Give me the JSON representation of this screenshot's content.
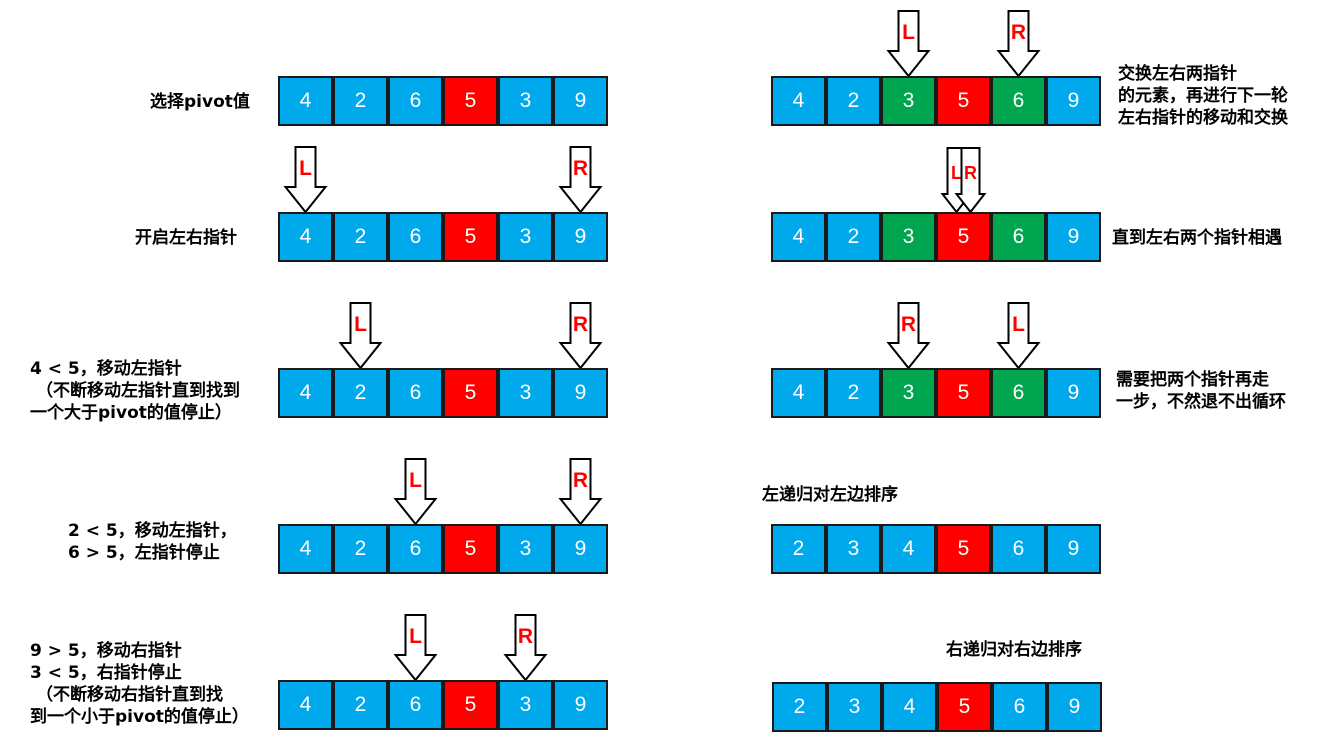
{
  "colors": {
    "blue": "#00a8ec",
    "red": "#ff0000",
    "green": "#00a550",
    "pointer_text": "#ff0000"
  },
  "left_steps": [
    {
      "label": [
        "选择pivot值"
      ],
      "cells": [
        "4",
        "2",
        "6",
        "5",
        "3",
        "9"
      ],
      "colors": [
        "blue",
        "blue",
        "blue",
        "red",
        "blue",
        "blue"
      ],
      "pointers": []
    },
    {
      "label": [
        "开启左右指针"
      ],
      "cells": [
        "4",
        "2",
        "6",
        "5",
        "3",
        "9"
      ],
      "colors": [
        "blue",
        "blue",
        "blue",
        "red",
        "blue",
        "blue"
      ],
      "pointers": [
        {
          "text": "L",
          "cell": 0
        },
        {
          "text": "R",
          "cell": 5
        }
      ]
    },
    {
      "label": [
        "4 < 5，移动左指针",
        "（不断移动左指针直到找到",
        "一个大于pivot的值停止）"
      ],
      "cells": [
        "4",
        "2",
        "6",
        "5",
        "3",
        "9"
      ],
      "colors": [
        "blue",
        "blue",
        "blue",
        "red",
        "blue",
        "blue"
      ],
      "pointers": [
        {
          "text": "L",
          "cell": 1
        },
        {
          "text": "R",
          "cell": 5
        }
      ]
    },
    {
      "label": [
        "2 < 5，移动左指针，",
        "6 > 5，左指针停止"
      ],
      "cells": [
        "4",
        "2",
        "6",
        "5",
        "3",
        "9"
      ],
      "colors": [
        "blue",
        "blue",
        "blue",
        "red",
        "blue",
        "blue"
      ],
      "pointers": [
        {
          "text": "L",
          "cell": 2
        },
        {
          "text": "R",
          "cell": 5
        }
      ]
    },
    {
      "label": [
        "9 > 5，移动右指针",
        "3 < 5，右指针停止",
        "（不断移动右指针直到找",
        "到一个小于pivot的值停止）"
      ],
      "cells": [
        "4",
        "2",
        "6",
        "5",
        "3",
        "9"
      ],
      "colors": [
        "blue",
        "blue",
        "blue",
        "red",
        "blue",
        "blue"
      ],
      "pointers": [
        {
          "text": "L",
          "cell": 2
        },
        {
          "text": "R",
          "cell": 4
        }
      ]
    }
  ],
  "right_steps": [
    {
      "label": [
        "交换左右两指针",
        "的元素，再进行下一轮",
        "左右指针的移动和交换"
      ],
      "cells": [
        "4",
        "2",
        "3",
        "5",
        "6",
        "9"
      ],
      "colors": [
        "blue",
        "blue",
        "green",
        "red",
        "green",
        "blue"
      ],
      "pointers": [
        {
          "text": "L",
          "cell": 2
        },
        {
          "text": "R",
          "cell": 4
        }
      ]
    },
    {
      "label": [
        "直到左右两个指针相遇"
      ],
      "cells": [
        "4",
        "2",
        "3",
        "5",
        "6",
        "9"
      ],
      "colors": [
        "blue",
        "blue",
        "green",
        "red",
        "green",
        "blue"
      ],
      "pointers": [
        {
          "text": "L",
          "cell": 3
        },
        {
          "text": "R",
          "cell": 3
        }
      ]
    },
    {
      "label": [
        "需要把两个指针再走",
        "一步，不然退不出循环"
      ],
      "cells": [
        "4",
        "2",
        "3",
        "5",
        "6",
        "9"
      ],
      "colors": [
        "blue",
        "blue",
        "green",
        "red",
        "green",
        "blue"
      ],
      "pointers": [
        {
          "text": "R",
          "cell": 2
        },
        {
          "text": "L",
          "cell": 4
        }
      ]
    },
    {
      "label": [
        "左递归对左边排序"
      ],
      "cells": [
        "2",
        "3",
        "4",
        "5",
        "6",
        "9"
      ],
      "colors": [
        "blue",
        "blue",
        "blue",
        "red",
        "blue",
        "blue"
      ],
      "pointers": []
    },
    {
      "label": [
        "右递归对右边排序"
      ],
      "cells": [
        "2",
        "3",
        "4",
        "5",
        "6",
        "9"
      ],
      "colors": [
        "blue",
        "blue",
        "blue",
        "red",
        "blue",
        "blue"
      ],
      "pointers": []
    }
  ]
}
